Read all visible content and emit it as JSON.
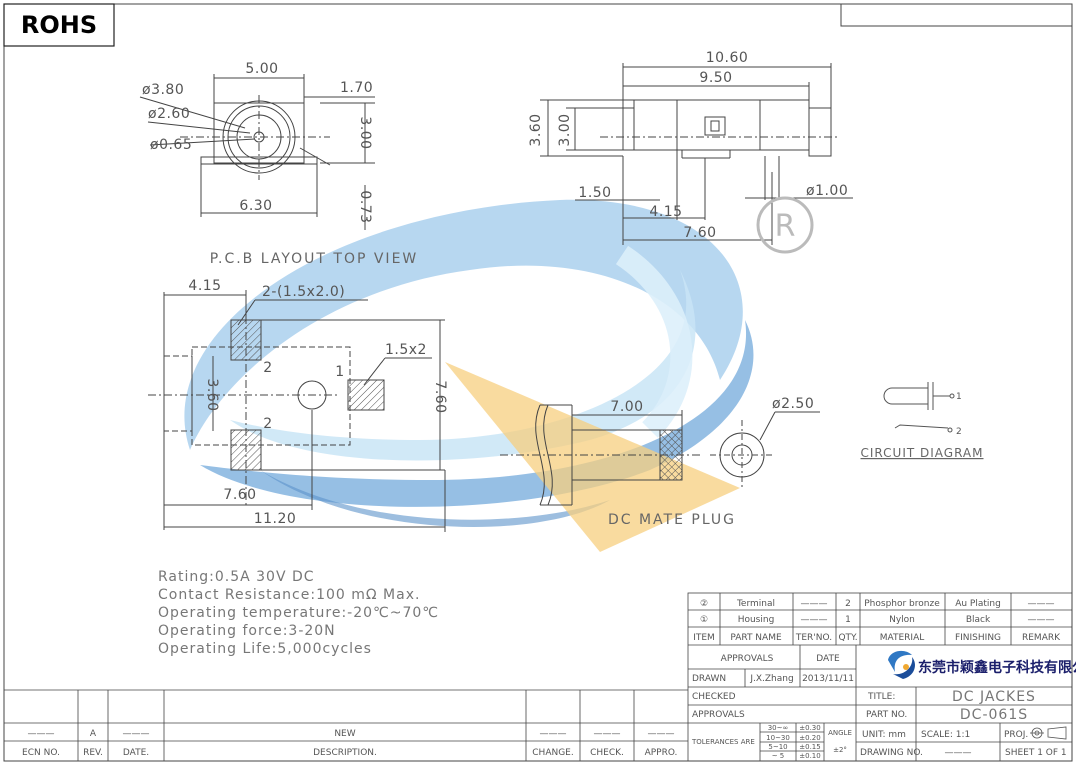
{
  "header": {
    "badge": "ROHS"
  },
  "top_view": {
    "dims": {
      "width": "5.00",
      "d1": "ø3.80",
      "d2": "ø2.60",
      "d3": "ø0.65",
      "right": "1.70",
      "height": "3.00",
      "base": "6.30",
      "pin": "0.73"
    },
    "caption": "P.C.B LAYOUT TOP VIEW"
  },
  "side_view": {
    "dims": {
      "total": "10.60",
      "body": "9.50",
      "h_outer": "3.60",
      "h_inner": "3.00",
      "pin_dia": "ø1.00",
      "d150": "1.50",
      "d415": "4.15",
      "d760": "7.60"
    },
    "registered": "R"
  },
  "pcb_layout": {
    "dims": {
      "left": "4.15",
      "pads": "2-(1.5x2.0)",
      "slot": "1.5x2",
      "height": "7.60",
      "inner": "3.60",
      "bottom1": "7.60",
      "bottom2": "11.20"
    },
    "pins": {
      "p2a": "2",
      "p1": "1",
      "p2b": "2"
    }
  },
  "plug": {
    "length": "7.00",
    "dia": "ø2.50",
    "caption": "DC MATE PLUG"
  },
  "circuit": {
    "caption": "CIRCUIT DIAGRAM",
    "pin1": "1",
    "pin2": "2"
  },
  "specs": [
    "Rating:0.5A 30V DC",
    "Contact Resistance:100 mΩ Max.",
    "Operating temperature:-20℃~70℃",
    "Operating force:3-20N",
    "Operating Life:5,000cycles"
  ],
  "bom": {
    "rows": [
      {
        "item": "②",
        "part": "Terminal",
        "ter": "———",
        "qty": "2",
        "material": "Phosphor bronze",
        "finishing": "Au Plating",
        "remark": "———"
      },
      {
        "item": "①",
        "part": "Housing",
        "ter": "———",
        "qty": "1",
        "material": "Nylon",
        "finishing": "Black",
        "remark": "———"
      }
    ],
    "headers": {
      "item": "ITEM",
      "part": "PART NAME",
      "ter": "TER'NO.",
      "qty": "QTY.",
      "material": "MATERIAL",
      "finishing": "FINISHING",
      "remark": "REMARK"
    }
  },
  "title_block": {
    "approvals": "APPROVALS",
    "date": "DATE",
    "drawn": "DRAWN",
    "drawn_by": "J.X.Zhang",
    "drawn_date": "2013/11/11",
    "checked": "CHECKED",
    "approvals2": "APPROVALS",
    "company": "东莞市颖鑫电子科技有限公司",
    "title_label": "TITLE:",
    "title": "DC JACKES",
    "part_label": "PART NO.",
    "part_no": "DC-061S",
    "tol_label": "TOLERANCES ARE",
    "tol_ranges": [
      "30~∞",
      "10~30",
      "5~10",
      "~ 5"
    ],
    "tol_values": [
      "±0.30",
      "±0.20",
      "±0.15",
      "±0.10"
    ],
    "angle_label": "ANGLE",
    "angle": "±2°",
    "unit": "UNIT: mm",
    "scale": "SCALE: 1:1",
    "proj": "PROJ.",
    "drawing_no": "DRAWING NO.",
    "drawing_val": "———",
    "sheet": "SHEET 1 OF 1"
  },
  "revision": {
    "row": {
      "ecn": "———",
      "rev": "A",
      "date": "———",
      "desc": "NEW",
      "change": "———",
      "check": "———",
      "appro": "———"
    },
    "headers": {
      "ecn": "ECN NO.",
      "rev": "REV.",
      "date": "DATE.",
      "desc": "DESCRIPTION.",
      "change": "CHANGE.",
      "check": "CHECK.",
      "appro": "APPRO."
    }
  },
  "colors": {
    "watermark_blue": "#5b9bd5",
    "watermark_light": "#bfe0f5",
    "watermark_orange": "#f5c76a",
    "line": "#555555"
  }
}
